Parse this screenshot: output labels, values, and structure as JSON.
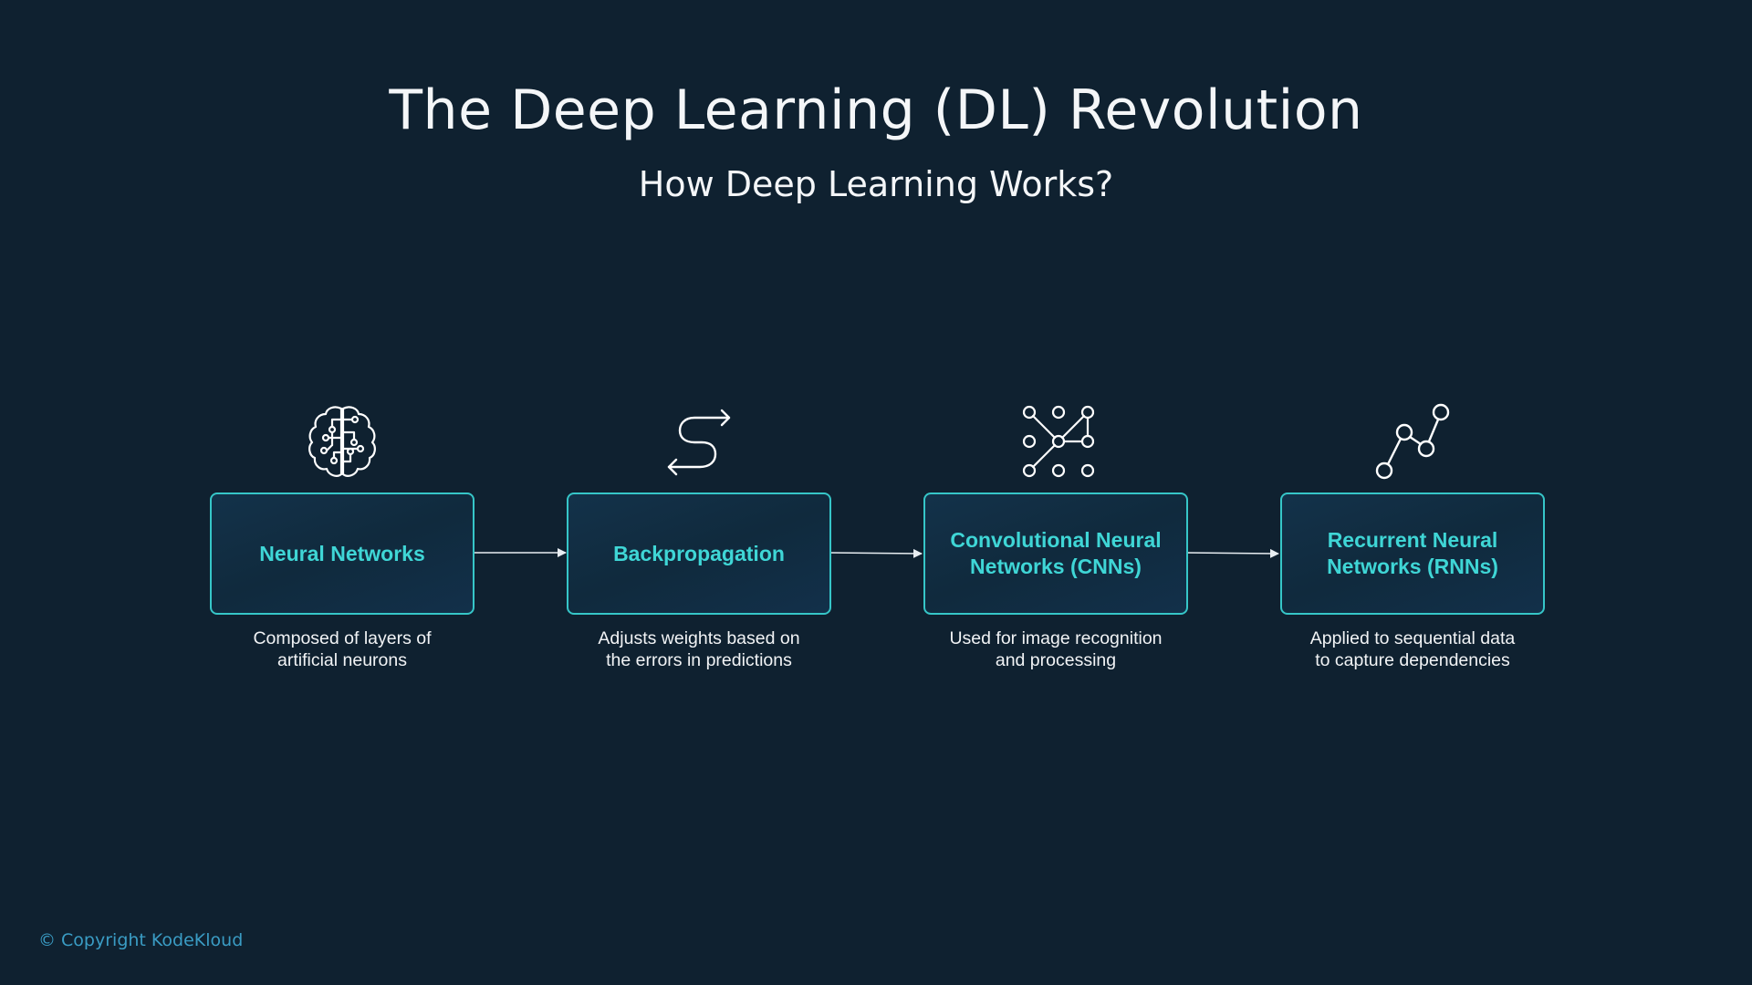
{
  "title": "The Deep Learning (DL) Revolution",
  "subtitle": "How Deep Learning Works?",
  "steps": [
    {
      "icon": "brain-icon",
      "label": "Neural Networks",
      "description": "Composed of layers of\nartificial neurons"
    },
    {
      "icon": "route-arrows-icon",
      "label": "Backpropagation",
      "description": "Adjusts weights based on\nthe errors in predictions"
    },
    {
      "icon": "node-grid-icon",
      "label": "Convolutional Neural\nNetworks (CNNs)",
      "description": "Used for image recognition\nand processing"
    },
    {
      "icon": "connected-nodes-icon",
      "label": "Recurrent Neural\nNetworks (RNNs)",
      "description": "Applied to sequential data\nto capture dependencies"
    }
  ],
  "copyright": "© Copyright KodeKloud",
  "colors": {
    "background": "#0f2130",
    "accent": "#3fd6d6",
    "box_border": "#36c6c8",
    "copyright": "#3a9cc4"
  }
}
